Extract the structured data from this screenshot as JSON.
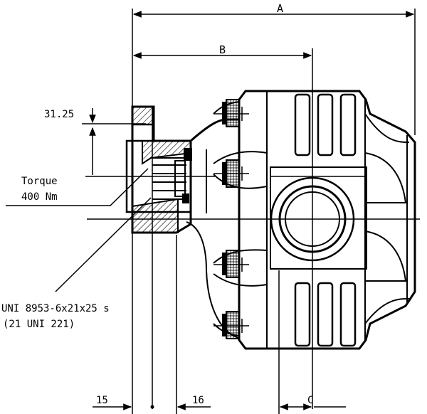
{
  "drawing": {
    "dimensions": {
      "a_label": "A",
      "b_label": "B",
      "c_label": "C",
      "flange_offset": "31.25",
      "left_width": "15",
      "right_width": "16"
    },
    "callouts": {
      "torque_line1": "Torque",
      "torque_line2": "400 Nm",
      "spline_line1": "UNI 8953-6x21x25 s",
      "spline_line2": "(21 UNI 221)"
    }
  }
}
